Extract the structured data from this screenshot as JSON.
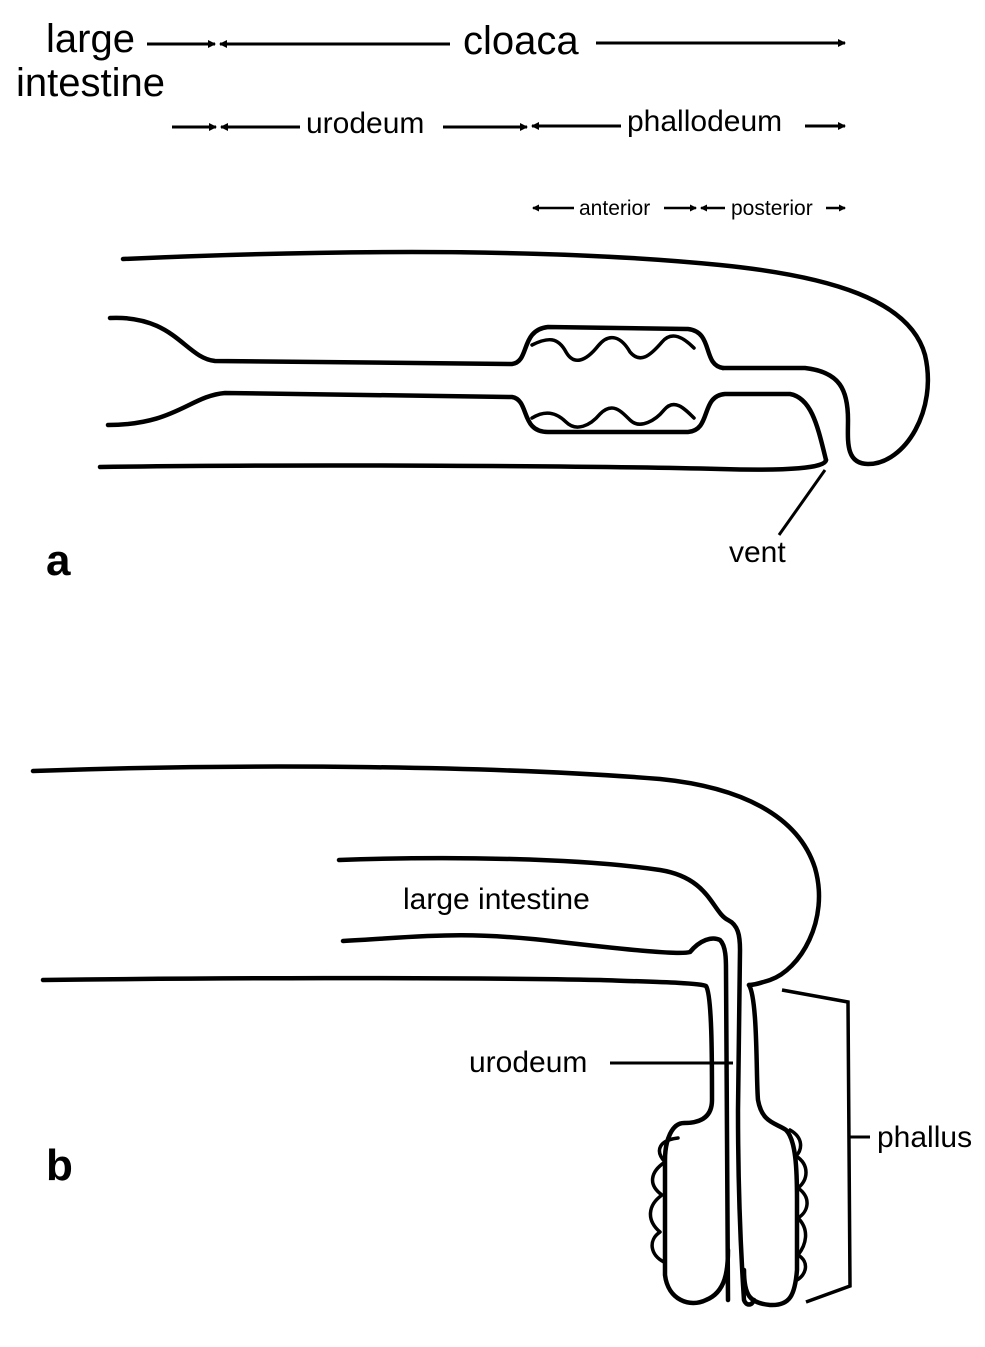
{
  "panel_a": {
    "panel_label": "a",
    "labels": {
      "large_intestine_line1": "large",
      "large_intestine_line2": "intestine",
      "cloaca": "cloaca",
      "urodeum": "urodeum",
      "phallodeum": "phallodeum",
      "anterior": "anterior",
      "posterior": "posterior",
      "vent": "vent"
    }
  },
  "panel_b": {
    "panel_label": "b",
    "labels": {
      "large_intestine": "large intestine",
      "urodeum": "urodeum",
      "phallus": "phallus"
    }
  }
}
